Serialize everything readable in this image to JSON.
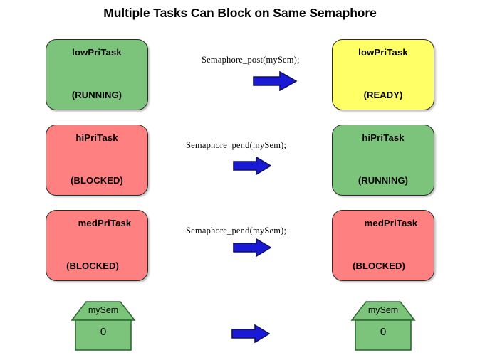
{
  "slide": {
    "title": "Multiple Tasks Can Block on Same Semaphore",
    "background_color": "#ffffff"
  },
  "colors": {
    "running_green": "#7cc47c",
    "ready_yellow": "#ffff66",
    "blocked_salmon": "#ff8080",
    "semaphore_green": "#7cc47c",
    "arrow_blue": "#1a1ad6",
    "border_dark": "#2b2b2b",
    "text_black": "#000000"
  },
  "rows": [
    {
      "id": "row-low-pri",
      "before": {
        "name": "lowPriTask",
        "state": "(RUNNING)",
        "color_key": "running_green",
        "fill": "#7cc47c"
      },
      "code": "Semaphore_post(mySem);",
      "arrow": {
        "icon": "right-arrow-icon",
        "color": "#1a1ad6"
      },
      "after": {
        "name": "lowPriTask",
        "state": "(READY)",
        "color_key": "ready_yellow",
        "fill": "#ffff66"
      }
    },
    {
      "id": "row-hi-pri",
      "before": {
        "name": "hiPriTask",
        "state": "(BLOCKED)",
        "color_key": "blocked_salmon",
        "fill": "#ff8080"
      },
      "code": "Semaphore_pend(mySem);",
      "arrow": {
        "icon": "right-arrow-icon",
        "color": "#1a1ad6"
      },
      "after": {
        "name": "hiPriTask",
        "state": "(RUNNING)",
        "color_key": "running_green",
        "fill": "#7cc47c"
      }
    },
    {
      "id": "row-med-pri",
      "before": {
        "name": "medPriTask",
        "state": "(BLOCKED)",
        "color_key": "blocked_salmon",
        "fill": "#ff8080"
      },
      "code": "Semaphore_pend(mySem);",
      "arrow": {
        "icon": "right-arrow-icon",
        "color": "#1a1ad6"
      },
      "after": {
        "name": "medPriTask",
        "state": "(BLOCKED)",
        "color_key": "blocked_salmon",
        "fill": "#ff8080"
      }
    }
  ],
  "semaphore_row": {
    "before": {
      "name": "mySem",
      "count": "0",
      "fill": "#7cc47c"
    },
    "arrow": {
      "icon": "right-arrow-icon",
      "color": "#1a1ad6"
    },
    "after": {
      "name": "mySem",
      "count": "0",
      "fill": "#7cc47c"
    }
  }
}
